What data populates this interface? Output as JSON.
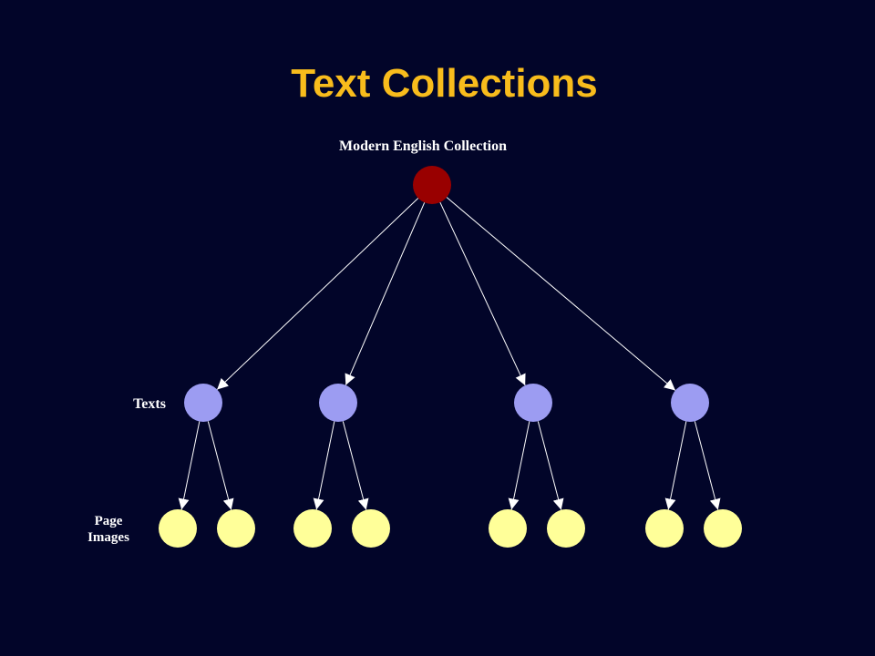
{
  "title": "Text Collections",
  "diagram": {
    "root_label": "Modern English Collection",
    "level1_label": "Texts",
    "level2_label_lines": [
      "Page",
      "Images"
    ],
    "colors": {
      "background": "#020529",
      "title": "#f8bc1c",
      "root_node": "#990000",
      "text_node": "#9c9cf2",
      "page_node": "#ffff99",
      "edge": "#ffffff"
    }
  }
}
